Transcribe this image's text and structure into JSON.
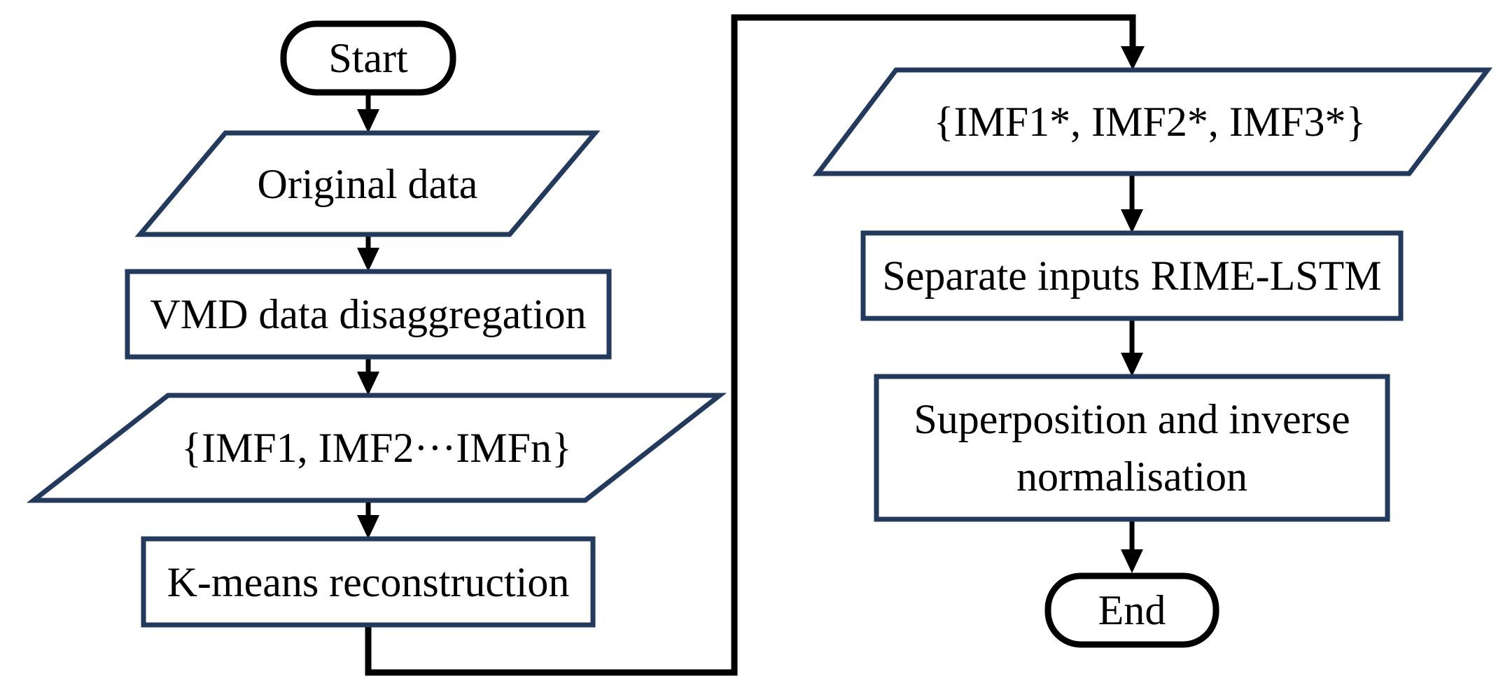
{
  "diagram": {
    "type": "flowchart",
    "background": "#ffffff",
    "colors": {
      "process_border": "#223a5e",
      "terminator_border": "#000000",
      "connector": "#000000",
      "text": "#000000",
      "shape_fill": "#ffffff"
    },
    "nodes": {
      "start": {
        "label": "Start",
        "shape": "terminator"
      },
      "original_data": {
        "label": "Original data",
        "shape": "parallelogram"
      },
      "vmd": {
        "label": "VMD data disaggregation",
        "shape": "rectangle"
      },
      "imf_set": {
        "label": "{IMF1, IMF2···IMFn}",
        "shape": "parallelogram"
      },
      "kmeans": {
        "label": "K-means reconstruction",
        "shape": "rectangle"
      },
      "imf_star_set": {
        "label": "{IMF1*, IMF2*, IMF3*}",
        "shape": "parallelogram"
      },
      "separate_inputs": {
        "label": "Separate inputs RIME-LSTM",
        "shape": "rectangle"
      },
      "superposition": {
        "label": "Superposition and inverse normalisation",
        "lines": [
          "Superposition and inverse",
          "normalisation"
        ],
        "shape": "rectangle"
      },
      "end": {
        "label": "End",
        "shape": "terminator"
      }
    },
    "edges": [
      {
        "from": "start",
        "to": "original_data"
      },
      {
        "from": "original_data",
        "to": "vmd"
      },
      {
        "from": "vmd",
        "to": "imf_set"
      },
      {
        "from": "imf_set",
        "to": "kmeans"
      },
      {
        "from": "kmeans",
        "to": "imf_star_set",
        "route": "down-right-up-across-top"
      },
      {
        "from": "imf_star_set",
        "to": "separate_inputs"
      },
      {
        "from": "separate_inputs",
        "to": "superposition"
      },
      {
        "from": "superposition",
        "to": "end"
      }
    ]
  }
}
